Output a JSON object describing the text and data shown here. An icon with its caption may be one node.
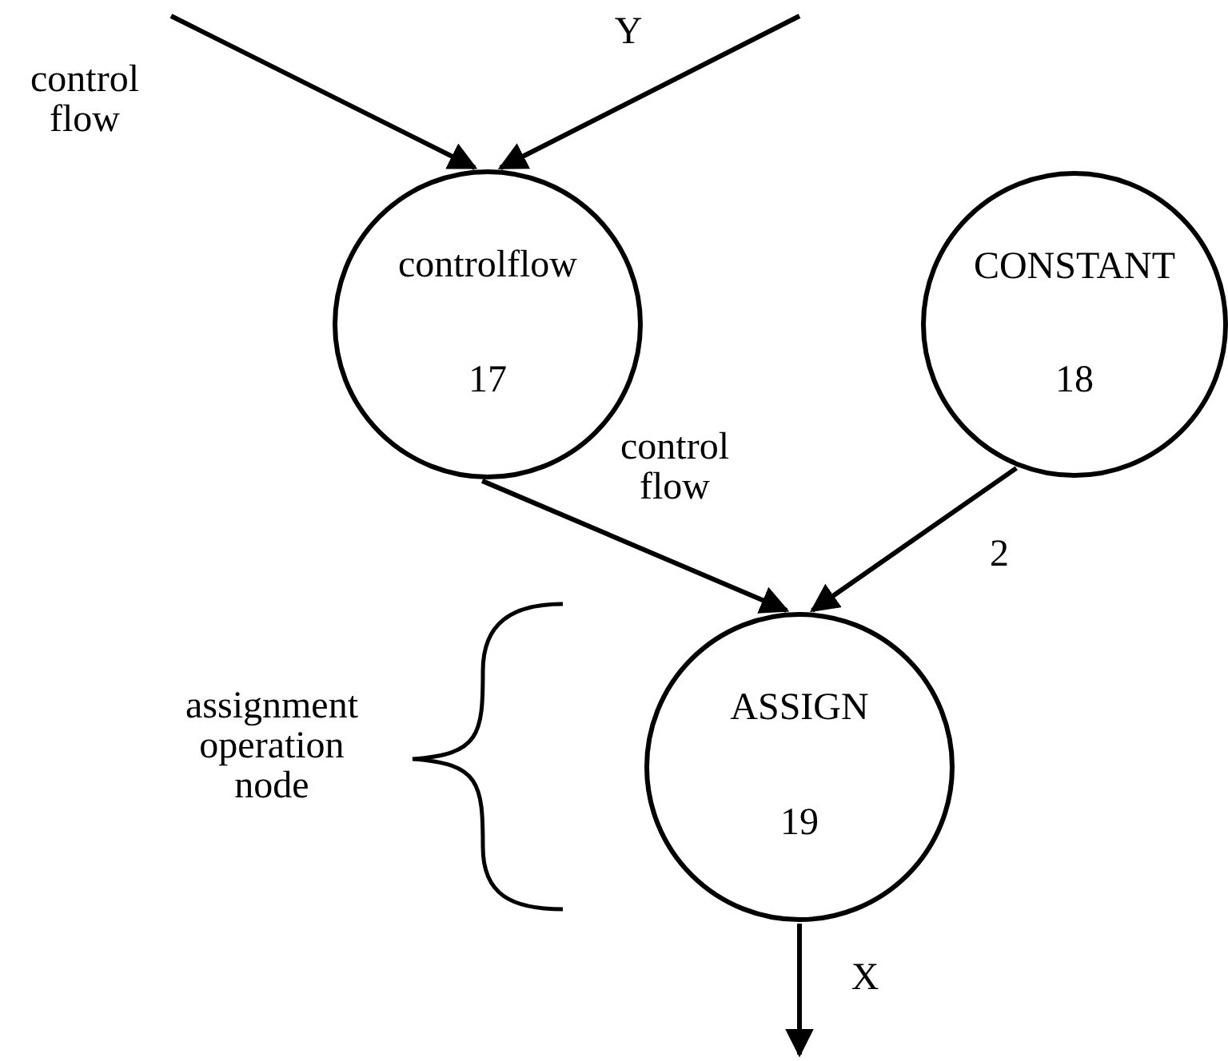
{
  "diagram": {
    "nodes": [
      {
        "text": [
          "controlflow",
          "17"
        ]
      },
      {
        "text": [
          "CONSTANT",
          "18"
        ]
      },
      {
        "text": [
          "ASSIGN",
          "19"
        ]
      }
    ],
    "edges": [
      {
        "from": null,
        "to": 0,
        "arrow": "to",
        "label": "control flow"
      },
      {
        "from": null,
        "to": 0,
        "arrow": "to",
        "label": "Y"
      },
      {
        "from": 0,
        "to": 2,
        "arrow": "to",
        "label": "control flow"
      },
      {
        "from": 1,
        "to": 2,
        "arrow": "to",
        "label": "2"
      },
      {
        "from": 2,
        "to": null,
        "arrow": "to",
        "label": "X"
      }
    ],
    "labels": [
      "assignment operation node"
    ]
  }
}
